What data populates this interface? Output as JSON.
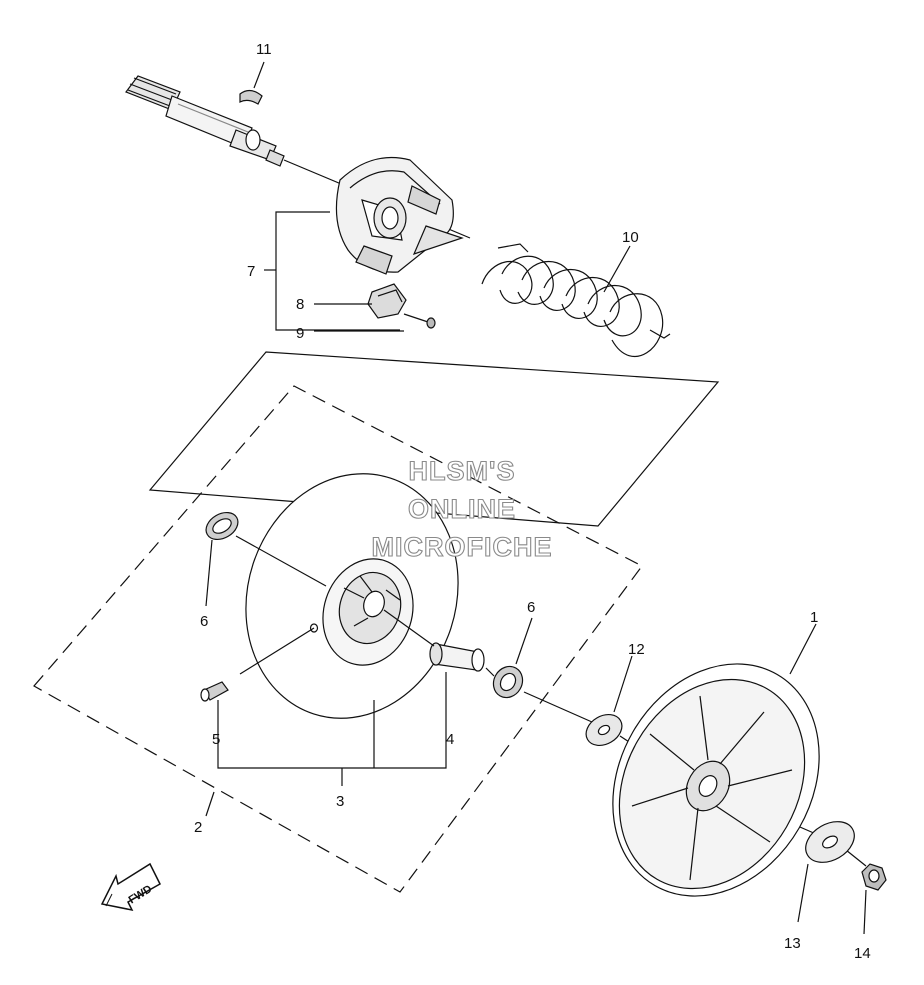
{
  "callouts": {
    "c1": "1",
    "c2": "2",
    "c3": "3",
    "c4": "4",
    "c5": "5",
    "c6a": "6",
    "c6b": "6",
    "c7": "7",
    "c8": "8",
    "c9": "9",
    "c10": "10",
    "c11": "11",
    "c12": "12",
    "c13": "13",
    "c14": "14"
  },
  "watermark": {
    "line1": "HLSM'S",
    "line2": "ONLINE",
    "line3": "MICROFICHE"
  },
  "direction": {
    "label": "FWD"
  },
  "colors": {
    "ink": "#111111",
    "shade": "#9a9a9a",
    "light": "#d9d9d9",
    "watermark_stroke": "#8a8a8a"
  }
}
